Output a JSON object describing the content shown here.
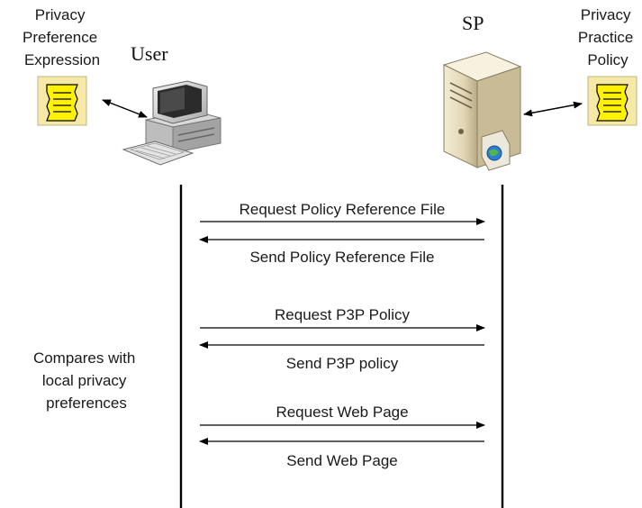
{
  "actors": {
    "user_label": "User",
    "sp_label": "SP"
  },
  "documents": {
    "user_doc_lines": [
      "Privacy",
      "Preference",
      "Expression"
    ],
    "sp_doc_lines": [
      "Privacy",
      "Practice",
      "Policy"
    ]
  },
  "messages": [
    {
      "label": "Request Policy Reference File",
      "direction": "right"
    },
    {
      "label": "Send Policy Reference File",
      "direction": "left"
    },
    {
      "label": "Request P3P Policy",
      "direction": "right"
    },
    {
      "label": "Send P3P policy",
      "direction": "left"
    },
    {
      "label": "Request Web Page",
      "direction": "right"
    },
    {
      "label": "Send Web Page",
      "direction": "left"
    }
  ],
  "side_note_lines": [
    "Compares with",
    "local privacy",
    "preferences"
  ],
  "icons": [
    "document-icon",
    "computer-icon",
    "server-icon"
  ],
  "colors": {
    "document_fill": "#fff200",
    "document_frame": "#f6e9a6",
    "line": "#000000"
  }
}
